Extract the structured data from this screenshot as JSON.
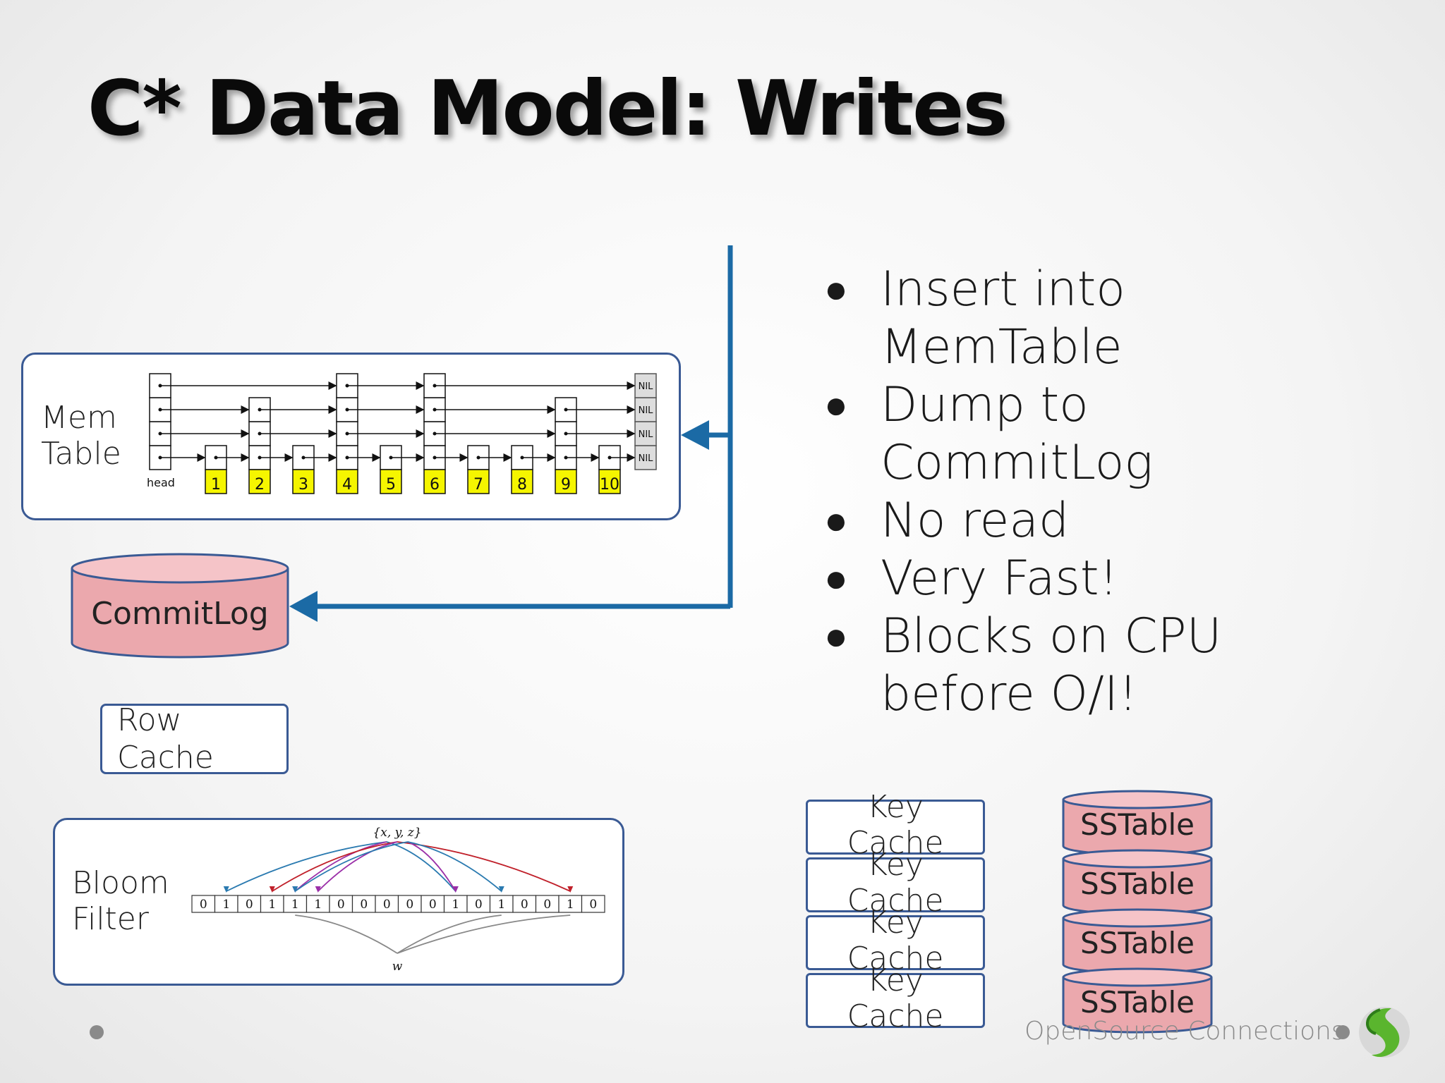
{
  "title": "C* Data Model: Writes",
  "bullets": [
    {
      "lines": [
        "Insert into",
        "MemTable"
      ]
    },
    {
      "lines": [
        "Dump to",
        "CommitLog"
      ]
    },
    {
      "lines": [
        "No read"
      ]
    },
    {
      "lines": [
        "Very Fast!"
      ]
    },
    {
      "lines": [
        "Blocks on CPU",
        "before O/I!"
      ]
    }
  ],
  "memtable": {
    "label_lines": [
      "Mem",
      "Table"
    ],
    "skiplist_head": "head",
    "skiplist_nil": "NIL",
    "nodes": [
      "1",
      "2",
      "3",
      "4",
      "5",
      "6",
      "7",
      "8",
      "9",
      "10"
    ]
  },
  "commitlog": {
    "label": "CommitLog"
  },
  "row_cache": {
    "label_lines": [
      "Row",
      "Cache"
    ]
  },
  "bloom_filter": {
    "label_lines": [
      "Bloom",
      "Filter"
    ],
    "set_label": "{x, y, z}",
    "bits": [
      "0",
      "1",
      "0",
      "1",
      "1",
      "1",
      "0",
      "0",
      "0",
      "0",
      "0",
      "1",
      "0",
      "1",
      "0",
      "0",
      "1",
      "0"
    ],
    "w_label": "w"
  },
  "key_caches": [
    {
      "label_lines": [
        "Key",
        "Cache"
      ]
    },
    {
      "label_lines": [
        "Key",
        "Cache"
      ]
    },
    {
      "label_lines": [
        "Key",
        "Cache"
      ]
    },
    {
      "label_lines": [
        "Key",
        "Cache"
      ]
    }
  ],
  "sstables": [
    {
      "label": "SSTable"
    },
    {
      "label": "SSTable"
    },
    {
      "label": "SSTable"
    },
    {
      "label": "SSTable"
    }
  ],
  "footer": {
    "brand": "OpenSource Connections"
  },
  "colors": {
    "arrow": "#1b6aa5",
    "box_border": "#3a5a94",
    "db_fill": "#eba8ad",
    "db_border": "#3a5a94",
    "node_yellow": "#f5f500"
  }
}
